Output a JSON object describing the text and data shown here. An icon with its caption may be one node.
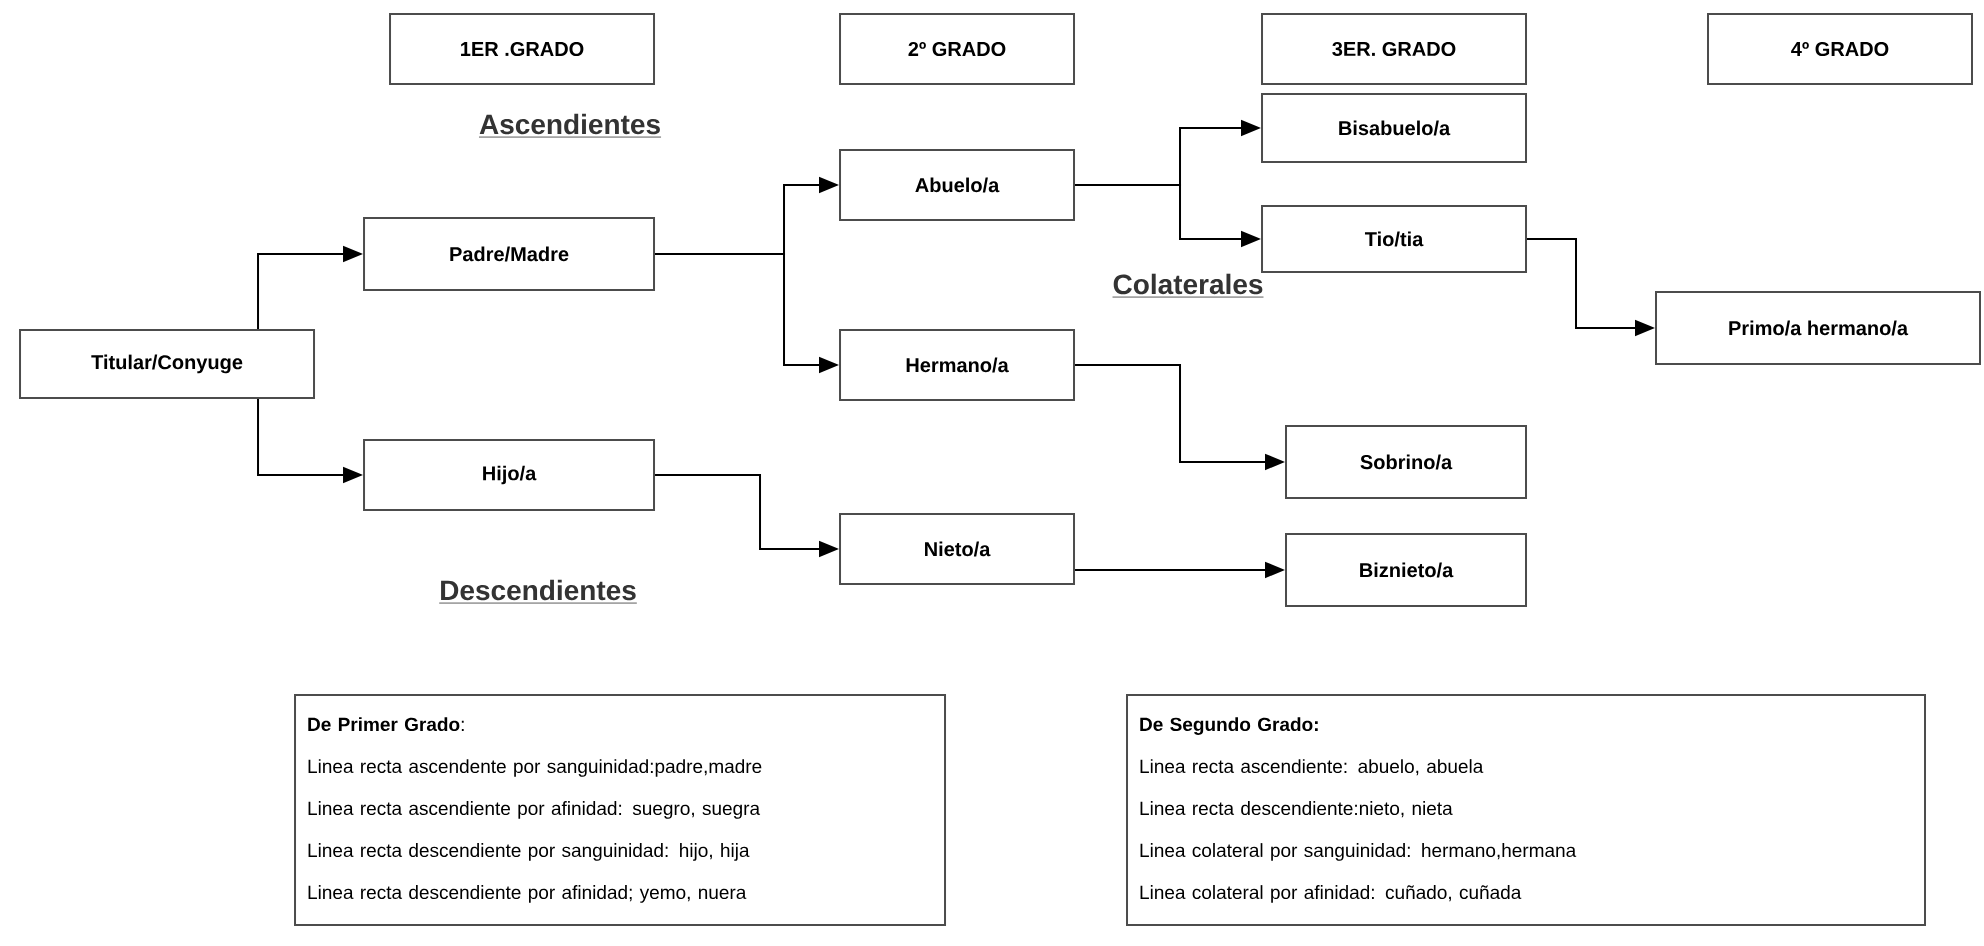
{
  "diagram": {
    "nodes": [
      {
        "text": [
          "1ER .GRADO"
        ]
      },
      {
        "text": [
          "2º GRADO"
        ]
      },
      {
        "text": [
          "3ER. GRADO"
        ]
      },
      {
        "text": [
          "4º GRADO"
        ]
      },
      {
        "text": [
          "Titular/Conyuge"
        ]
      },
      {
        "text": [
          "Padre/Madre"
        ]
      },
      {
        "text": [
          "Hijo/a"
        ]
      },
      {
        "text": [
          "Abuelo/a"
        ]
      },
      {
        "text": [
          "Hermano/a"
        ]
      },
      {
        "text": [
          "Nieto/a"
        ]
      },
      {
        "text": [
          "Bisabuelo/a"
        ]
      },
      {
        "text": [
          "Tio/tia"
        ]
      },
      {
        "text": [
          "Sobrino/a"
        ]
      },
      {
        "text": [
          "Biznieto/a"
        ]
      },
      {
        "text": [
          "Primo/a hermano/a"
        ]
      },
      {
        "text": [
          "**De Primer Grado**:",
          "Linea recta ascendente por sanguinidad:padre,madre",
          "Linea recta ascendiente por afinidad: suegro, suegra",
          "Linea recta descendiente por sanguinidad: hijo, hija",
          "Linea recta descendiente por afinidad; yemo, nuera"
        ]
      },
      {
        "text": [
          "De Segundo Grado:",
          "Linea recta ascendiente: abuelo, abuela",
          "Linea recta descendiente:nieto, nieta",
          "Linea colateral por sanguinidad: hermano,hermana",
          "Linea colateral por afinidad: cuñado, cuñada"
        ]
      }
    ],
    "edges": [
      {
        "from": 4,
        "to": 5,
        "arrow": "to"
      },
      {
        "from": 4,
        "to": 6,
        "arrow": "to"
      },
      {
        "from": 5,
        "to": 7,
        "arrow": "to"
      },
      {
        "from": 5,
        "to": 8,
        "arrow": "to"
      },
      {
        "from": 7,
        "to": 10,
        "arrow": "to"
      },
      {
        "from": 7,
        "to": 11,
        "arrow": "to"
      },
      {
        "from": 8,
        "to": 12,
        "arrow": "to"
      },
      {
        "from": 6,
        "to": 9,
        "arrow": "to"
      },
      {
        "from": 9,
        "to": 13,
        "arrow": "to"
      },
      {
        "from": 11,
        "to": 14,
        "arrow": "to"
      }
    ],
    "labels": [
      "Ascendientes",
      "Colaterales",
      "Descendientes"
    ]
  }
}
